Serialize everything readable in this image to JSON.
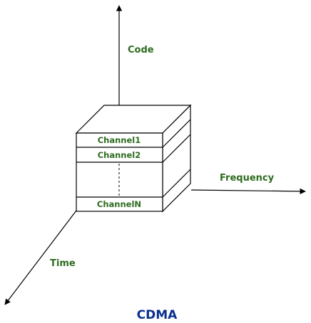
{
  "colors": {
    "label": "#2e6b1f",
    "caption": "#0a2f8f",
    "line": "#000000",
    "background": "#ffffff"
  },
  "axes": {
    "code_label": "Code",
    "frequency_label": "Frequency",
    "time_label": "Time"
  },
  "channels": {
    "first": "Channel1",
    "second": "Channel2",
    "last": "ChannelN"
  },
  "caption": "CDMA"
}
